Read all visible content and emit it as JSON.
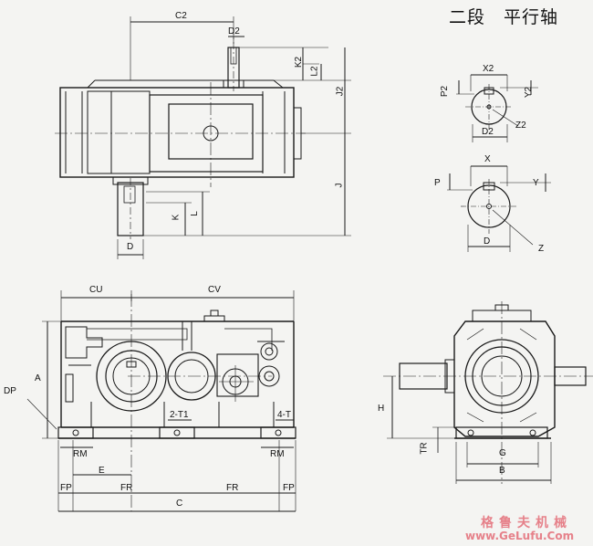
{
  "title": "二段　平行轴",
  "watermark": {
    "cn": "格鲁夫机械",
    "url": "www.GeLufu.Com"
  },
  "labels": {
    "C2": "C2",
    "D2_top": "D2",
    "K2": "K2",
    "L2": "L2",
    "J2": "J2",
    "J": "J",
    "K": "K",
    "L": "L",
    "D_top": "D",
    "X2": "X2",
    "P2": "P2",
    "Y2": "Y2",
    "D2_small": "D2",
    "Z2": "Z2",
    "X": "X",
    "P": "P",
    "Y": "Y",
    "D_small": "D",
    "Z": "Z",
    "CU": "CU",
    "CV": "CV",
    "A": "A",
    "DP": "DP",
    "T1_2": "2-T1",
    "T_4": "4-T",
    "RM_left": "RM",
    "RM_right": "RM",
    "E": "E",
    "FP_1": "FP",
    "FR_1": "FR",
    "FR_2": "FR",
    "FP_2": "FP",
    "C": "C",
    "H": "H",
    "TR": "TR",
    "G": "G",
    "B": "B"
  }
}
